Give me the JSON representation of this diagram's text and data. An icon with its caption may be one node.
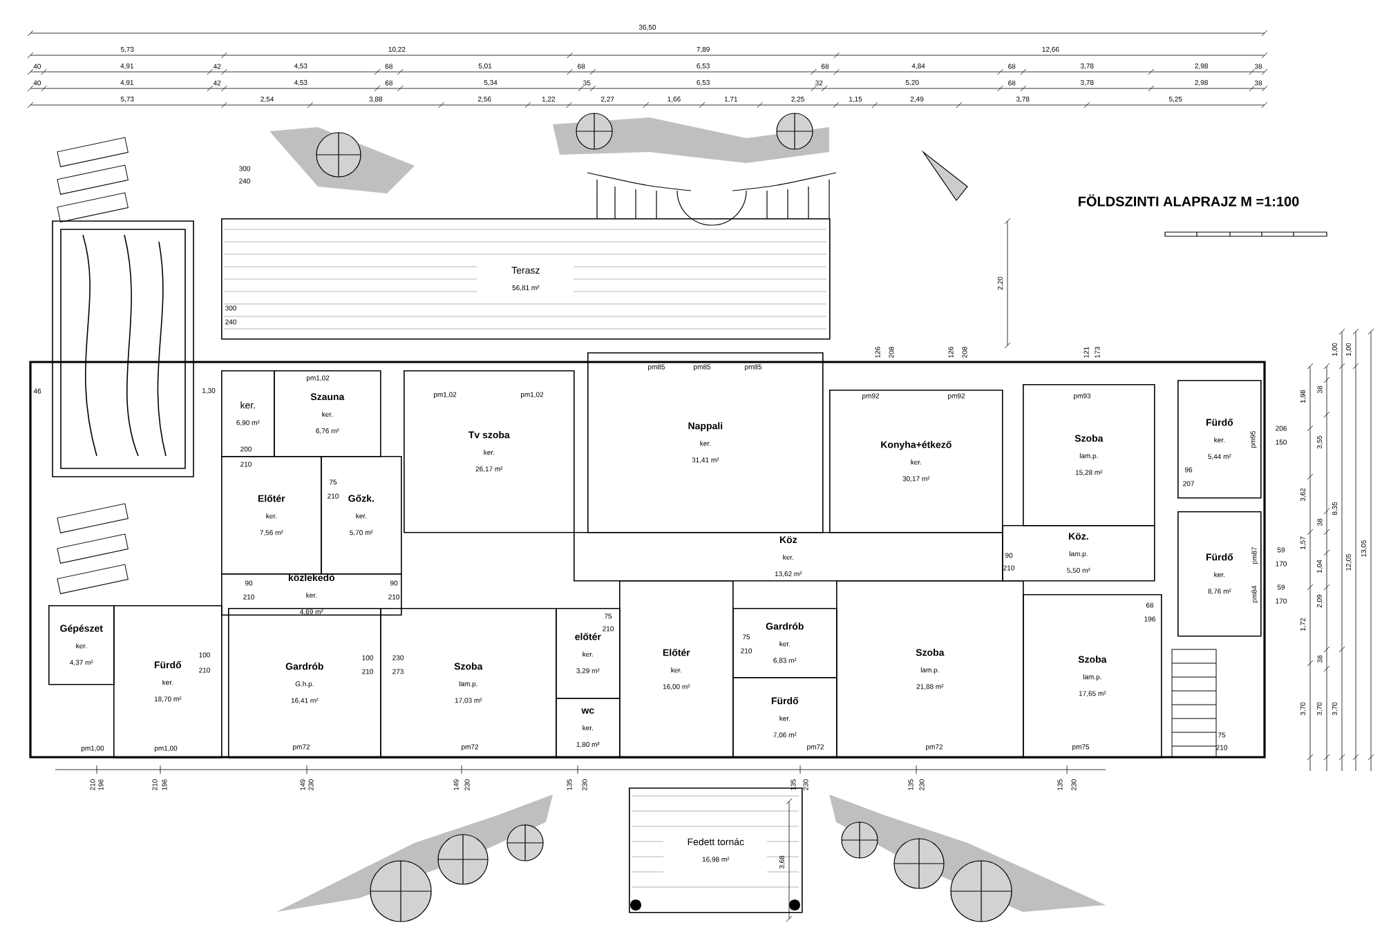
{
  "diagram": {
    "title": "FÖLDSZINTI ALAPRAJZ M =1:100",
    "nodes": [
      {
        "text": [
          "Terasz",
          "56,81 m²"
        ]
      },
      {
        "text": [
          "ker.",
          "6,90 m²"
        ]
      },
      {
        "text": [
          "Szauna",
          "ker.",
          "6,76 m²"
        ]
      },
      {
        "text": [
          "Előtér",
          "ker.",
          "7,56 m²"
        ]
      },
      {
        "text": [
          "Gőzk.",
          "ker.",
          "5,70 m²"
        ]
      },
      {
        "text": [
          "közlekedő",
          "ker.",
          "4,69 m²"
        ]
      },
      {
        "text": [
          "Tv szoba",
          "ker.",
          "26,17 m²"
        ]
      },
      {
        "text": [
          "Nappali",
          "ker.",
          "31,41 m²"
        ]
      },
      {
        "text": [
          "Konyha+étkező",
          "ker.",
          "30,17 m²"
        ]
      },
      {
        "text": [
          "Köz",
          "ker.",
          "13,62 m²"
        ]
      },
      {
        "text": [
          "Szoba",
          "lam.p.",
          "15,28 m²"
        ]
      },
      {
        "text": [
          "Fürdő",
          "ker.",
          "5,44 m²"
        ]
      },
      {
        "text": [
          "Köz.",
          "lam.p.",
          "5,50 m²"
        ]
      },
      {
        "text": [
          "Fürdő",
          "ker.",
          "8,76 m²"
        ]
      },
      {
        "text": [
          "Gépészet",
          "ker.",
          "4,37 m²"
        ]
      },
      {
        "text": [
          "Fürdő",
          "ker.",
          "18,70 m²"
        ]
      },
      {
        "text": [
          "Gardrób",
          "G.h.p.",
          "16,41 m²"
        ]
      },
      {
        "text": [
          "Szoba",
          "lam.p.",
          "17,03 m²"
        ]
      },
      {
        "text": [
          "előtér",
          "ker.",
          "3,29 m²"
        ]
      },
      {
        "text": [
          "wc",
          "ker.",
          "1,80 m²"
        ]
      },
      {
        "text": [
          "Előtér",
          "ker.",
          "16,00 m²"
        ]
      },
      {
        "text": [
          "Gardrób",
          "ker.",
          "6,83 m²"
        ]
      },
      {
        "text": [
          "Fürdő",
          "ker.",
          "7,06 m²"
        ]
      },
      {
        "text": [
          "Szoba",
          "lam.p.",
          "21,88 m²"
        ]
      },
      {
        "text": [
          "Szoba",
          "lam.p.",
          "17,65 m²"
        ]
      },
      {
        "text": [
          "Fedett tornác",
          "16,98 m²"
        ]
      }
    ],
    "labels": [
      "36,50",
      "5,73",
      "10,22",
      "7,89",
      "12,66",
      "40",
      "4,91",
      "42",
      "4,53",
      "68",
      "5,01",
      "68",
      "6,53",
      "68",
      "4,84",
      "68",
      "3,78",
      "2,98",
      "38",
      "40",
      "4,91",
      "42",
      "4,53",
      "68",
      "5,34",
      "35",
      "6,53",
      "32",
      "5,20",
      "68",
      "3,78",
      "2,98",
      "38",
      "5,73",
      "2,54",
      "3,88",
      "2,56",
      "1,22",
      "2,27",
      "1,66",
      "1,71",
      "2,25",
      "1,15",
      "2,49",
      "3,78",
      "5,25",
      "1,98",
      "3,62",
      "1,57",
      "1,72",
      "3,70",
      "38",
      "3,55",
      "38",
      "1,04",
      "2,09",
      "38",
      "3,70",
      "1,00",
      "8,35",
      "3,70",
      "1,00",
      "12,05",
      "13,05",
      "2,20",
      "pm1,02",
      "pm1,02",
      "pm1,02",
      "pm85",
      "pm85",
      "pm85",
      "pm92",
      "pm92",
      "pm93",
      "pm95",
      "pm87",
      "pm84",
      "pm1,00",
      "pm1,00",
      "pm72",
      "pm72",
      "pm72",
      "pm72",
      "pm75",
      "300",
      "240",
      "300",
      "240",
      "46",
      "1,30",
      "200",
      "210",
      "75",
      "210",
      "90",
      "210",
      "90",
      "210",
      "100",
      "210",
      "100",
      "230",
      "210",
      "273",
      "75",
      "210",
      "75",
      "210",
      "90",
      "210",
      "96",
      "207",
      "68",
      "196",
      "75",
      "210",
      "206",
      "150",
      "59",
      "170",
      "59",
      "170",
      "126",
      "208",
      "126",
      "208",
      "121",
      "173",
      "210",
      "196",
      "210",
      "196",
      "149",
      "230",
      "149",
      "230",
      "135",
      "230",
      "135",
      "230",
      "135",
      "230",
      "135",
      "230",
      "3,68"
    ]
  }
}
